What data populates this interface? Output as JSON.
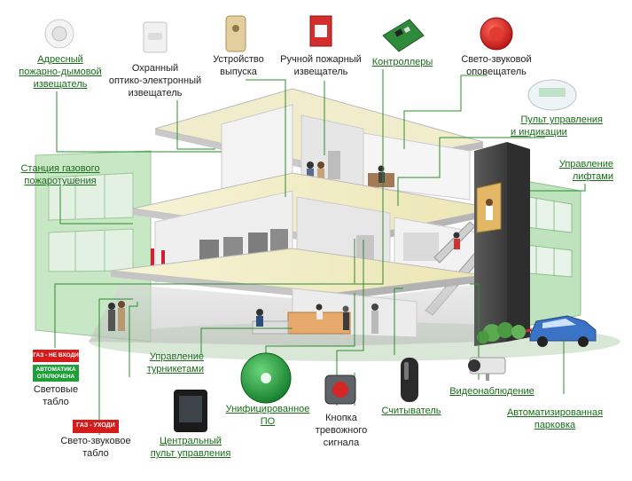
{
  "labels": {
    "address_detector": [
      "Адресный",
      "пожарно-дымовой",
      "извещатель"
    ],
    "security_detector": [
      "Охранный",
      "оптико-электронный",
      "извещатель"
    ],
    "release_device": [
      "Устройство",
      "выпуска"
    ],
    "manual_detector": [
      "Ручной пожарный",
      "извещатель"
    ],
    "controllers": "Контроллеры",
    "light_sound_alarm": [
      "Свето-звуковой",
      "оповещатель"
    ],
    "control_panel": [
      "Пульт управления",
      "и индикации"
    ],
    "gas_station": [
      "Станция газового",
      "пожаротушения"
    ],
    "elevator_control": [
      "Управление",
      "лифтами"
    ],
    "turnstile_control": [
      "Управление",
      "турникетами"
    ],
    "light_boards": [
      "Световые",
      "табло"
    ],
    "light_sound_board": [
      "Свето-звуковое",
      "табло"
    ],
    "central_panel": [
      "Центральный",
      "пульт управления"
    ],
    "unified_software": [
      "Унифицированное",
      "ПО"
    ],
    "alarm_button": [
      "Кнопка",
      "тревожного",
      "сигнала"
    ],
    "reader": "Считыватель",
    "video_surveillance": "Видеонаблюдение",
    "automated_parking": [
      "Автоматизированная",
      "парковка"
    ]
  },
  "signs": {
    "gas_no_entry": "ГАЗ - НЕ ВХОДИ",
    "automatic_off": [
      "АВТОМАТИКА",
      "ОТКЛЮЧЕНА"
    ],
    "gas_leave": "ГАЗ - УХОДИ"
  },
  "colors": {
    "link_green": "#1a6b1a",
    "connector_green": "#2e8b2e",
    "sign_red": "#d41c1c",
    "sign_green": "#1f9e3a",
    "wall_light": "#eeeeee",
    "ceiling_yellow": "#f3efc9",
    "facade_green": "#b6dcb4"
  }
}
